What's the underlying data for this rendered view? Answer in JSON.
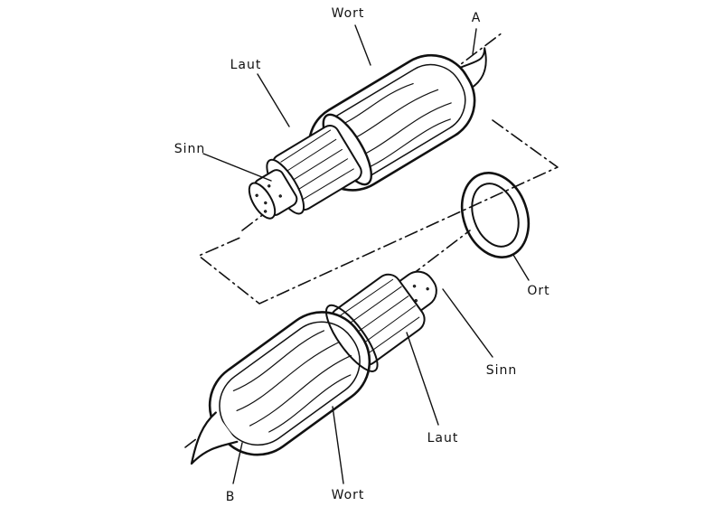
{
  "diagram": {
    "labels": {
      "top_wort": "Wort",
      "a": "A",
      "top_laut": "Laut",
      "top_sinn": "Sinn",
      "ort": "Ort",
      "bottom_sinn": "Sinn",
      "bottom_laut": "Laut",
      "bottom_wort": "Wort",
      "b": "B"
    },
    "colors": {
      "ink": "#111111",
      "background": "#ffffff"
    }
  }
}
